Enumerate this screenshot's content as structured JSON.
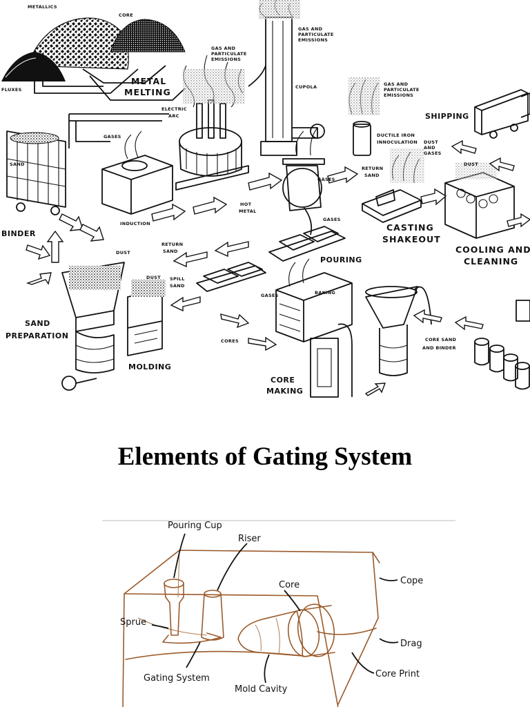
{
  "process": {
    "labels": {
      "metallics": "METALLICS",
      "core": "CORE",
      "fluxes": "FLUXES",
      "metal_melting_1": "METAL",
      "metal_melting_2": "MELTING",
      "gas_emissions_1_a": "GAS AND",
      "gas_emissions_1_b": "PARTICULATE",
      "gas_emissions_1_c": "EMISSIONS",
      "gas_emissions_2_a": "GAS AND",
      "gas_emissions_2_b": "PARTICULATE",
      "gas_emissions_2_c": "EMISSIONS",
      "gas_emissions_3_a": "GAS AND",
      "gas_emissions_3_b": "PARTICULATE",
      "gas_emissions_3_c": "EMISSIONS",
      "cupola": "CUPOLA",
      "electric_arc_1": "ELECTRIC",
      "electric_arc_2": "ARC",
      "gases_induction": "GASES",
      "induction": "INDUCTION",
      "sand": "SAND",
      "shipping": "SHIPPING",
      "ductile_1": "DUCTILE IRON",
      "ductile_2": "INNOCULATION",
      "dust_gases_1": "DUST",
      "dust_gases_2": "AND",
      "dust_gases_3": "GASES",
      "dust_cooling": "DUST",
      "return_sand_top_1": "RETURN",
      "return_sand_top_2": "SAND",
      "hot_metal_1": "HOT",
      "hot_metal_2": "METAL",
      "gases_pouring": "GASES",
      "casting_shakeout_1": "CASTING",
      "casting_shakeout_2": "SHAKEOUT",
      "cooling_cleaning_1": "COOLING AND",
      "cooling_cleaning_2": "CLEANING",
      "binder": "BINDER",
      "dust_sandprep": "DUST",
      "return_sand_mid_1": "RETURN",
      "return_sand_mid_2": "SAND",
      "pouring": "POURING",
      "dust_molding": "DUST",
      "spill_sand_1": "SPILL",
      "spill_sand_2": "SAND",
      "gases_baking": "GASES",
      "baking": "BAKING",
      "sand_preparation_1": "SAND",
      "sand_preparation_2": "PREPARATION",
      "cores": "CORES",
      "molding": "MOLDING",
      "core_making_1": "CORE",
      "core_making_2": "MAKING",
      "core_sand_binder_1": "CORE SAND",
      "core_sand_binder_2": "AND BINDER"
    }
  },
  "title": "Elements of Gating System",
  "gating": {
    "pouring_cup": "Pouring Cup",
    "riser": "Riser",
    "core": "Core",
    "cope": "Cope",
    "sprue": "Sprue",
    "drag": "Drag",
    "gating_system": "Gating System",
    "core_print": "Core Print",
    "mold_cavity": "Mold Cavity"
  },
  "colors": {
    "sketch": "#9a5a2a",
    "ink": "#111111"
  }
}
